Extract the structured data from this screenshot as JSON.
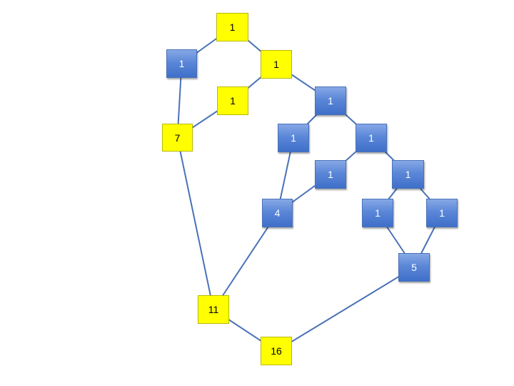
{
  "nodes": [
    {
      "id": "n_top",
      "label": "1",
      "style": "yellow"
    },
    {
      "id": "n_left1",
      "label": "1",
      "style": "blue"
    },
    {
      "id": "n_right1",
      "label": "1",
      "style": "yellow"
    },
    {
      "id": "n_mid1",
      "label": "1",
      "style": "yellow"
    },
    {
      "id": "n_seven",
      "label": "7",
      "style": "yellow"
    },
    {
      "id": "n_b1",
      "label": "1",
      "style": "blue"
    },
    {
      "id": "n_b2",
      "label": "1",
      "style": "blue"
    },
    {
      "id": "n_b3",
      "label": "1",
      "style": "blue"
    },
    {
      "id": "n_b4",
      "label": "1",
      "style": "blue"
    },
    {
      "id": "n_b5",
      "label": "1",
      "style": "blue"
    },
    {
      "id": "n_four",
      "label": "4",
      "style": "blue"
    },
    {
      "id": "n_b6",
      "label": "1",
      "style": "blue"
    },
    {
      "id": "n_b7",
      "label": "1",
      "style": "blue"
    },
    {
      "id": "n_five",
      "label": "5",
      "style": "blue"
    },
    {
      "id": "n_eleven",
      "label": "11",
      "style": "yellow"
    },
    {
      "id": "n_sixteen",
      "label": "16",
      "style": "yellow"
    }
  ],
  "edges": [
    [
      "n_top",
      "n_left1"
    ],
    [
      "n_top",
      "n_right1"
    ],
    [
      "n_right1",
      "n_mid1"
    ],
    [
      "n_right1",
      "n_b1"
    ],
    [
      "n_left1",
      "n_seven"
    ],
    [
      "n_mid1",
      "n_seven"
    ],
    [
      "n_b1",
      "n_b2"
    ],
    [
      "n_b1",
      "n_b3"
    ],
    [
      "n_b3",
      "n_b4"
    ],
    [
      "n_b3",
      "n_b5"
    ],
    [
      "n_b2",
      "n_four"
    ],
    [
      "n_b4",
      "n_four"
    ],
    [
      "n_b5",
      "n_b6"
    ],
    [
      "n_b5",
      "n_b7"
    ],
    [
      "n_b6",
      "n_five"
    ],
    [
      "n_b7",
      "n_five"
    ],
    [
      "n_seven",
      "n_eleven"
    ],
    [
      "n_four",
      "n_eleven"
    ],
    [
      "n_eleven",
      "n_sixteen"
    ],
    [
      "n_five",
      "n_sixteen"
    ]
  ],
  "colors": {
    "yellow": "#ffff00",
    "blue": "#4f7fd4",
    "line": "#4a72b8"
  }
}
